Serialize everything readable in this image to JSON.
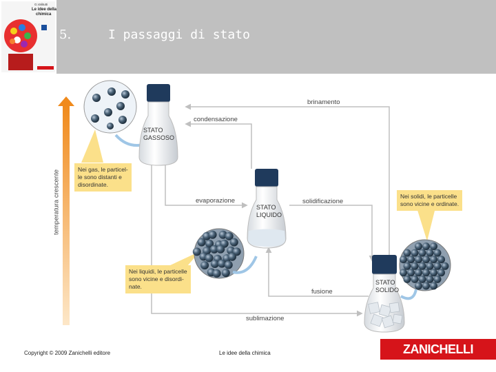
{
  "header": {
    "slide_number": "5.",
    "title": "I passaggi di stato"
  },
  "cover": {
    "line1": "G.Valitutti",
    "line2": "Le idee della",
    "line3": "chimica"
  },
  "diagram": {
    "axis_label": "temperatura crescente",
    "transitions": {
      "brinamento": "brinamento",
      "condensazione": "condensazione",
      "evaporazione": "evaporazione",
      "solidificazione": "solidificazione",
      "fusione": "fusione",
      "sublimazione": "sublimazione"
    },
    "flasks": {
      "gas": "STATO\nGASSOSO",
      "liquid": "STATO\nLIQUIDO",
      "solid": "STATO\nSOLIDO"
    },
    "notes": {
      "gas": "Nei gas, le particel-\nle sono distanti e\ndisordinate.",
      "liquid": "Nei liquidi, le particelle\nsono vicine e disordi-\nnate.",
      "solid": "Nei solidi, le particelle\nsono vicine e ordinate."
    }
  },
  "footer": {
    "copyright": "Copyright © 2009 Zanichelli editore",
    "book": "Le idee della chimica",
    "brand": "ZANICHELLI"
  },
  "colors": {
    "header_bg": "#c0c0c0",
    "note_bg": "#fbe08a",
    "arrow_orange": "#f08a1c",
    "brand_red": "#d6141a",
    "line_gray": "#bfbfbf"
  }
}
